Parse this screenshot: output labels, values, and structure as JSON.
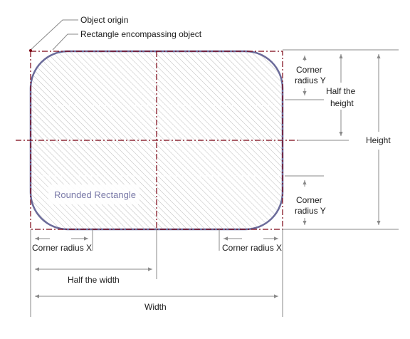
{
  "labels": {
    "object_origin": "Object origin",
    "bounding_rect": "Rectangle encompassing object",
    "shape_name": "Rounded Rectangle",
    "corner_radius_y_top_l1": "Corner",
    "corner_radius_y_top_l2": "radius Y",
    "half_height_l1": "Half the",
    "half_height_l2": "height",
    "height": "Height",
    "corner_radius_y_bottom_l1": "Corner",
    "corner_radius_y_bottom_l2": "radius Y",
    "corner_radius_x_left": "Corner radius X",
    "corner_radius_x_right": "Corner radius X",
    "half_width": "Half the width",
    "width": "Width"
  },
  "colors": {
    "shape_stroke": "#6b6b9a",
    "hatch": "#bdbdbd",
    "center_lines": "#7a0010",
    "dimension_lines": "#8a8a8a",
    "text": "#1a1a1a"
  }
}
